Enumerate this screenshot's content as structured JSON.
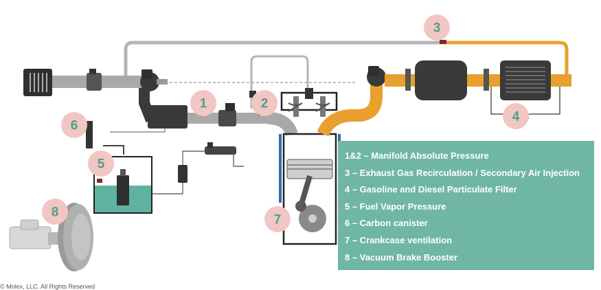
{
  "markers": [
    "1",
    "2",
    "3",
    "4",
    "5",
    "6",
    "7",
    "8"
  ],
  "legend": {
    "items": [
      "1&2 – Manifold Absolute Pressure",
      "3 – Exhaust Gas Recirculation / Secondary Air Injection",
      "4 – Gasoline and Diesel Particulate Filter",
      "5 – Fuel Vapor Pressure",
      "6 – Carbon canister",
      "7 – Crankcase ventilation",
      "8 – Vacuum Brake Booster"
    ]
  },
  "copyright": "© Molex, LLC. All Rights Reserved",
  "colors": {
    "intake_pipe": "#a9a9a9",
    "exhaust_pipe": "#e9a02e",
    "component_dark": "#3a3a3a",
    "marker_circle": "#f2c6c3",
    "marker_text": "#4e9e8c",
    "legend_bg": "#6fb7a2",
    "fuel_liquid": "#5fb2a0"
  }
}
